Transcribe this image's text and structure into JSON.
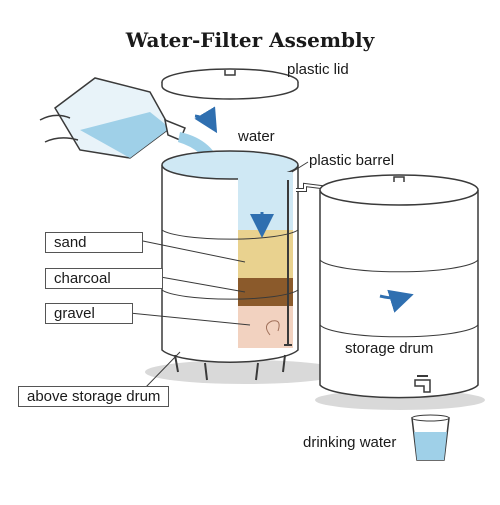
{
  "title": "Water-Filter Assembly",
  "labels": {
    "plastic_lid": "plastic lid",
    "water": "water",
    "plastic_barrel": "plastic barrel",
    "sand": "sand",
    "charcoal": "charcoal",
    "gravel": "gravel",
    "storage_drum": "storage drum",
    "above_storage_drum": "above storage drum",
    "drinking_water": "drinking water"
  },
  "colors": {
    "outline": "#3a3a3a",
    "barrel_fill": "#ffffff",
    "water": "#9fd0e8",
    "water_light": "#cfe8f4",
    "sand": "#e9d28f",
    "charcoal": "#8b5a2b",
    "gravel": "#f2d2c0",
    "shadow": "#d9d9d9",
    "arrow": "#2f6fb0"
  },
  "icons": {
    "flow_arrow": "curved-arrow-icon",
    "down_arrow": "down-arrow-icon",
    "tap": "tap-icon",
    "glass": "glass-icon"
  }
}
